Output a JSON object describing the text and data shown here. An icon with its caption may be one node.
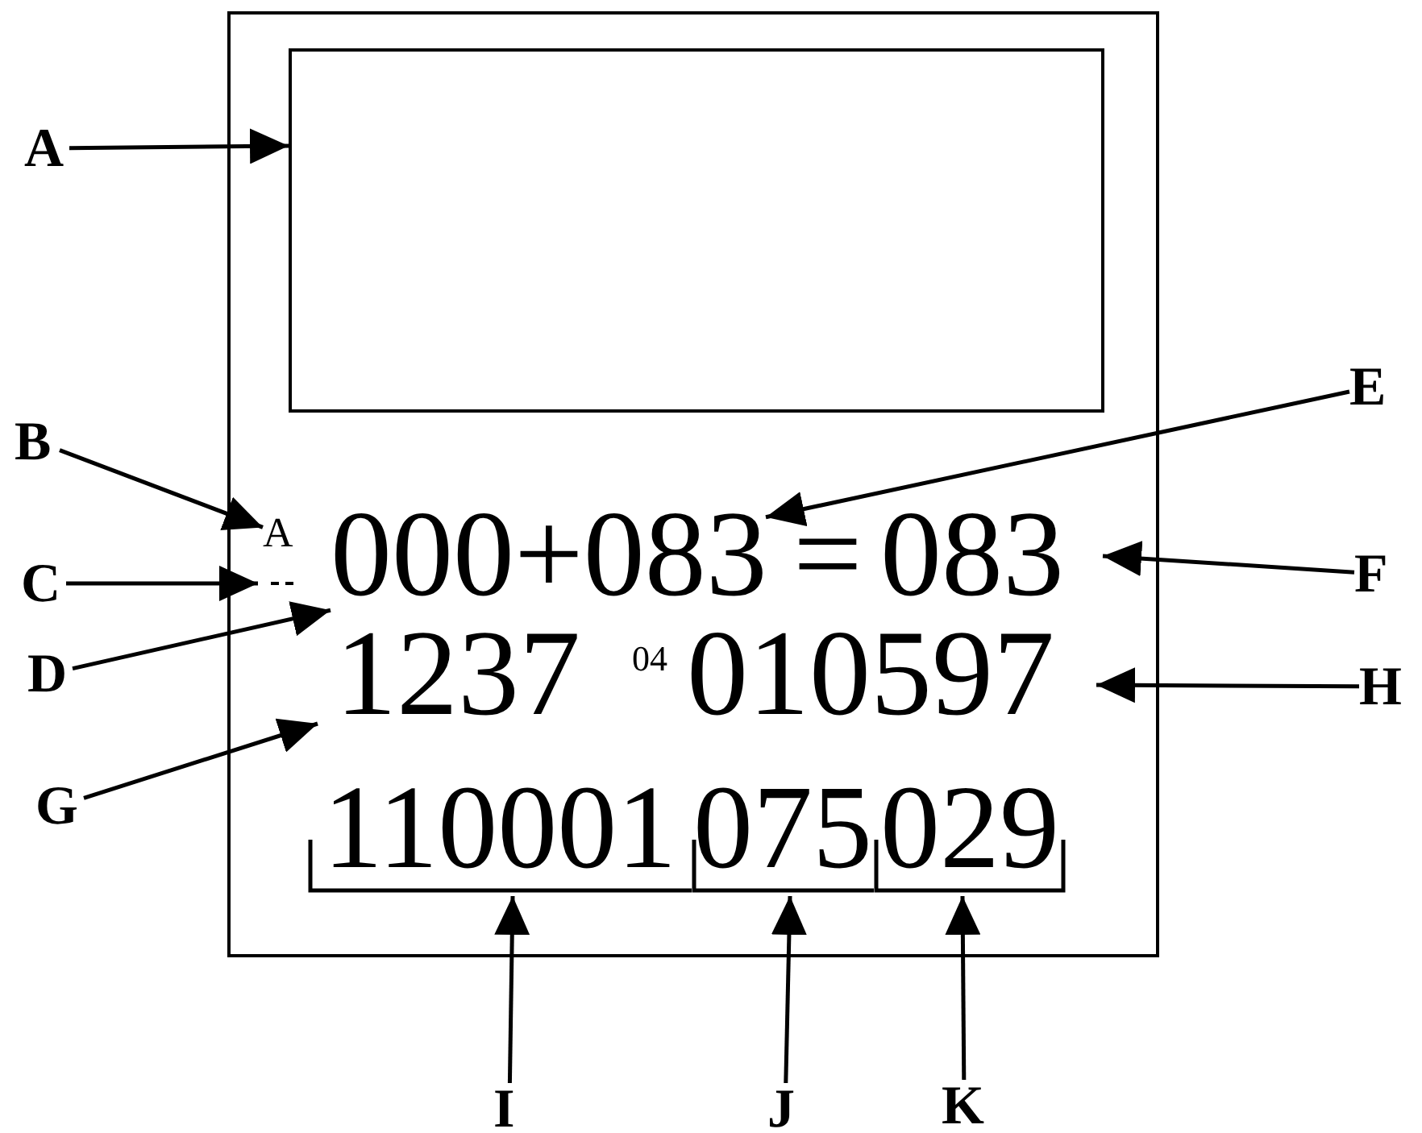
{
  "diagram": {
    "nodes": [
      {
        "text": [],
        "shape": "box"
      },
      {
        "text": [],
        "shape": "box",
        "in": 0
      },
      {
        "text": [
          "A"
        ],
        "in": 0
      },
      {
        "text": [],
        "shape": "bar",
        "in": 0
      },
      {
        "text": [
          "000"
        ],
        "in": 0
      },
      {
        "text": [
          "+083"
        ],
        "in": 0
      },
      {
        "text": [
          "083"
        ],
        "in": 0
      },
      {
        "text": [
          "1237"
        ],
        "in": 0
      },
      {
        "text": [
          "010597"
        ],
        "in": 0
      },
      {
        "text": [
          "110001"
        ],
        "in": 0
      },
      {
        "text": [
          "075"
        ],
        "in": 0
      },
      {
        "text": [
          "029"
        ],
        "in": 0
      },
      {
        "text": [
          "A"
        ]
      },
      {
        "text": [
          "B"
        ]
      },
      {
        "text": [
          "C"
        ]
      },
      {
        "text": [
          "D"
        ]
      },
      {
        "text": [
          "E"
        ]
      },
      {
        "text": [
          "F"
        ]
      },
      {
        "text": [
          "G"
        ]
      },
      {
        "text": [
          "H"
        ]
      },
      {
        "text": [
          "I"
        ]
      },
      {
        "text": [
          "J"
        ]
      },
      {
        "text": [
          "K"
        ]
      }
    ],
    "edges": [
      {
        "from": 12,
        "to": 1,
        "arrow": "to"
      },
      {
        "from": 13,
        "to": 2,
        "arrow": "to"
      },
      {
        "from": 14,
        "to": 3,
        "arrow": "to"
      },
      {
        "from": 15,
        "to": 4,
        "arrow": "to"
      },
      {
        "from": 16,
        "to": 5,
        "arrow": "to"
      },
      {
        "from": 17,
        "to": 6,
        "arrow": "to"
      },
      {
        "from": 18,
        "to": 7,
        "arrow": "to"
      },
      {
        "from": 19,
        "to": 8,
        "arrow": "to"
      },
      {
        "from": 20,
        "to": 9,
        "arrow": "to"
      },
      {
        "from": 21,
        "to": 10,
        "arrow": "to"
      },
      {
        "from": 22,
        "to": 11,
        "arrow": "to"
      }
    ],
    "labels": [
      "=",
      "04"
    ]
  }
}
